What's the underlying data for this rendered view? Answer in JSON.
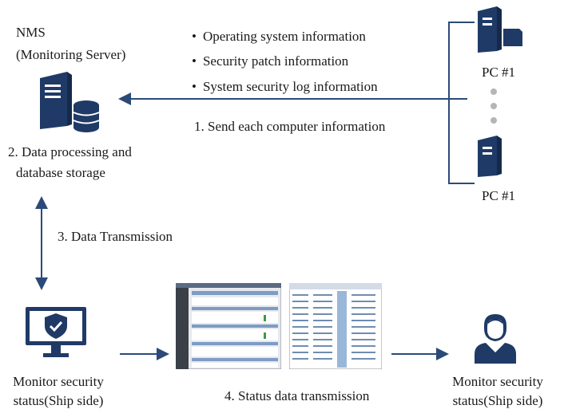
{
  "nms": {
    "title_line1": "NMS",
    "title_line2": "(Monitoring Server)",
    "step2_line1": "2. Data processing and",
    "step2_line2": "database storage"
  },
  "info_list": [
    "Operating system information",
    "Security patch information",
    "System security log information"
  ],
  "step1": "1. Send each computer information",
  "pcs": [
    {
      "label": "PC #1"
    },
    {
      "label": "PC #1"
    }
  ],
  "step3": "3. Data Transmission",
  "monitor_left": {
    "line1": "Monitor security",
    "line2": "status(Ship side)"
  },
  "step4": "4. Status data transmission",
  "monitor_right": {
    "line1": "Monitor security",
    "line2": "status(Ship side)"
  },
  "colors": {
    "icon": "#1f3a66",
    "line": "#2b4a78"
  }
}
